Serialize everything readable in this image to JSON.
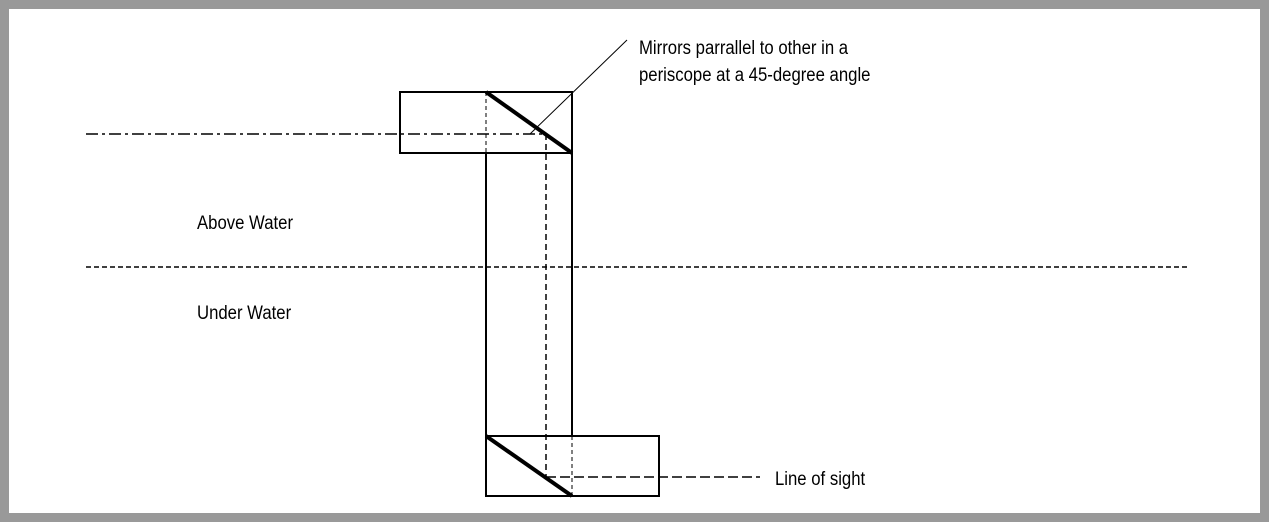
{
  "labels": {
    "above_water": "Above Water",
    "under_water": "Under Water",
    "mirrors_line1": "Mirrors parrallel to other in a",
    "mirrors_line2": "periscope at a 45-degree angle",
    "line_of_sight": "Line of sight"
  },
  "colors": {
    "stroke": "#000000",
    "frame": "#999999",
    "background": "#ffffff"
  }
}
